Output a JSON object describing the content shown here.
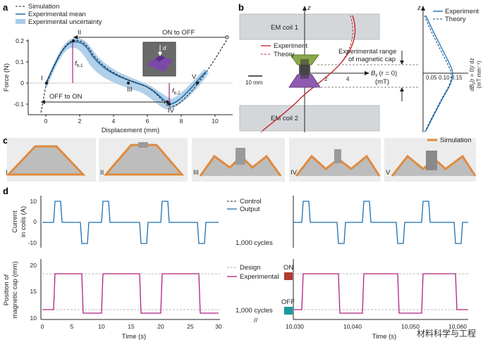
{
  "panels": {
    "a": {
      "letter": "a",
      "ylabel": "Force (N)",
      "xlabel": "Displacement (mm)",
      "legend": [
        "Simulation",
        "Experimental mean",
        "Experimental uncertainty"
      ],
      "annotations": {
        "on_to_off": "ON to OFF",
        "off_to_on": "OFF to ON",
        "fb1": "f",
        "fb1_sub": "b,1",
        "fb2": "f",
        "fb2_sub": "b,2",
        "inset_d": "d"
      },
      "states": [
        "I",
        "II",
        "III",
        "IV",
        "V"
      ],
      "xticks": [
        "0",
        "2",
        "4",
        "6",
        "8",
        "10"
      ],
      "yticks": [
        "0.2",
        "0.1",
        "0",
        "-0.1"
      ]
    },
    "b": {
      "letter": "b",
      "axis_z": "z",
      "coil1": "EM coil 1",
      "coil2": "EM coil 2",
      "legend": [
        "Experiment",
        "Theory"
      ],
      "range_label": [
        "Experimental range",
        "of magnetic cap"
      ],
      "bz_label": "B",
      "bz_sub": "z",
      "bz_rest": "(r = 0)",
      "bz_unit": "(mT)",
      "bz_ticks": [
        "2",
        "4"
      ],
      "scale": "10 mm",
      "grad_legend": [
        "Experiment",
        "Theory"
      ],
      "grad_label": [
        "dB",
        "z",
        "(r = 0)/ dz",
        "(mT mm⁻¹)"
      ],
      "grad_ticks": [
        "0.05",
        "0.10",
        "0.15"
      ],
      "axis_z2": "z"
    },
    "c": {
      "letter": "c",
      "states": [
        "I",
        "II",
        "III",
        "IV",
        "V"
      ],
      "legend": "Simulation"
    },
    "d": {
      "letter": "d",
      "current_ylabel": [
        "Current",
        "in coils (A)"
      ],
      "current_yticks": [
        "10",
        "0",
        "-10"
      ],
      "current_legend": [
        "Control",
        "Output"
      ],
      "cycles": "1,000 cycles",
      "pos_ylabel": [
        "Position of",
        "magnetic cap (mm)"
      ],
      "pos_yticks": [
        "20",
        "15",
        "10"
      ],
      "pos_legend": [
        "Design",
        "Experimental"
      ],
      "on": "ON",
      "off": "OFF",
      "xlabel": "Time (s)",
      "xticks_left": [
        "0",
        "5",
        "10",
        "15",
        "20",
        "25",
        "30"
      ],
      "xticks_right": [
        "10,030",
        "10,040",
        "10,050",
        "10,060"
      ]
    }
  },
  "colors": {
    "experimental": "#1f6fb0",
    "uncertainty": "#a9cbe8",
    "theory_red": "#c0282d",
    "magenta": "#b0217f",
    "orange": "#e08a3c",
    "on": "#b03a2e",
    "off": "#1a9aa0"
  },
  "watermark": "材料科学与工程"
}
